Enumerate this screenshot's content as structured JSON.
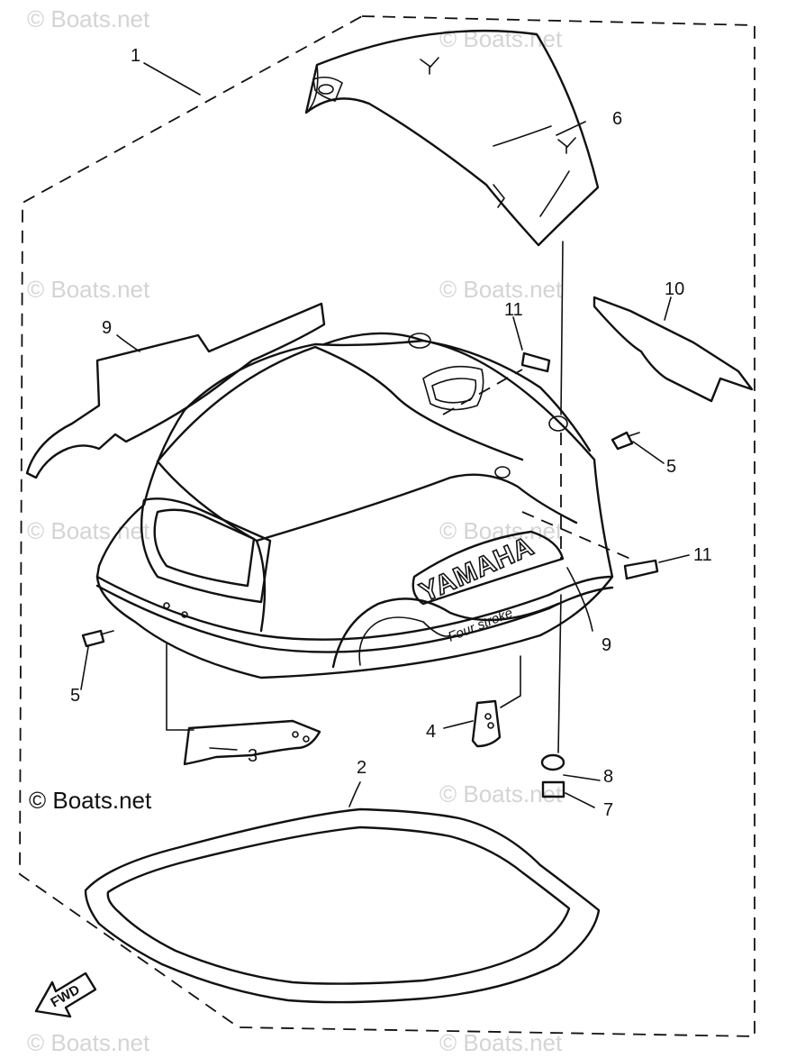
{
  "watermark": "© Boats.net",
  "brand_logo": "YAMAHA",
  "cowling_subtext": "Four stroke",
  "direction_arrow_label": "FWD",
  "callouts": {
    "c1": "1",
    "c2": "2",
    "c3": "3",
    "c4": "4",
    "c5a": "5",
    "c5b": "5",
    "c6": "6",
    "c7": "7",
    "c8": "8",
    "c9a": "9",
    "c9b": "9",
    "c10": "10",
    "c11a": "11",
    "c11b": "11"
  }
}
